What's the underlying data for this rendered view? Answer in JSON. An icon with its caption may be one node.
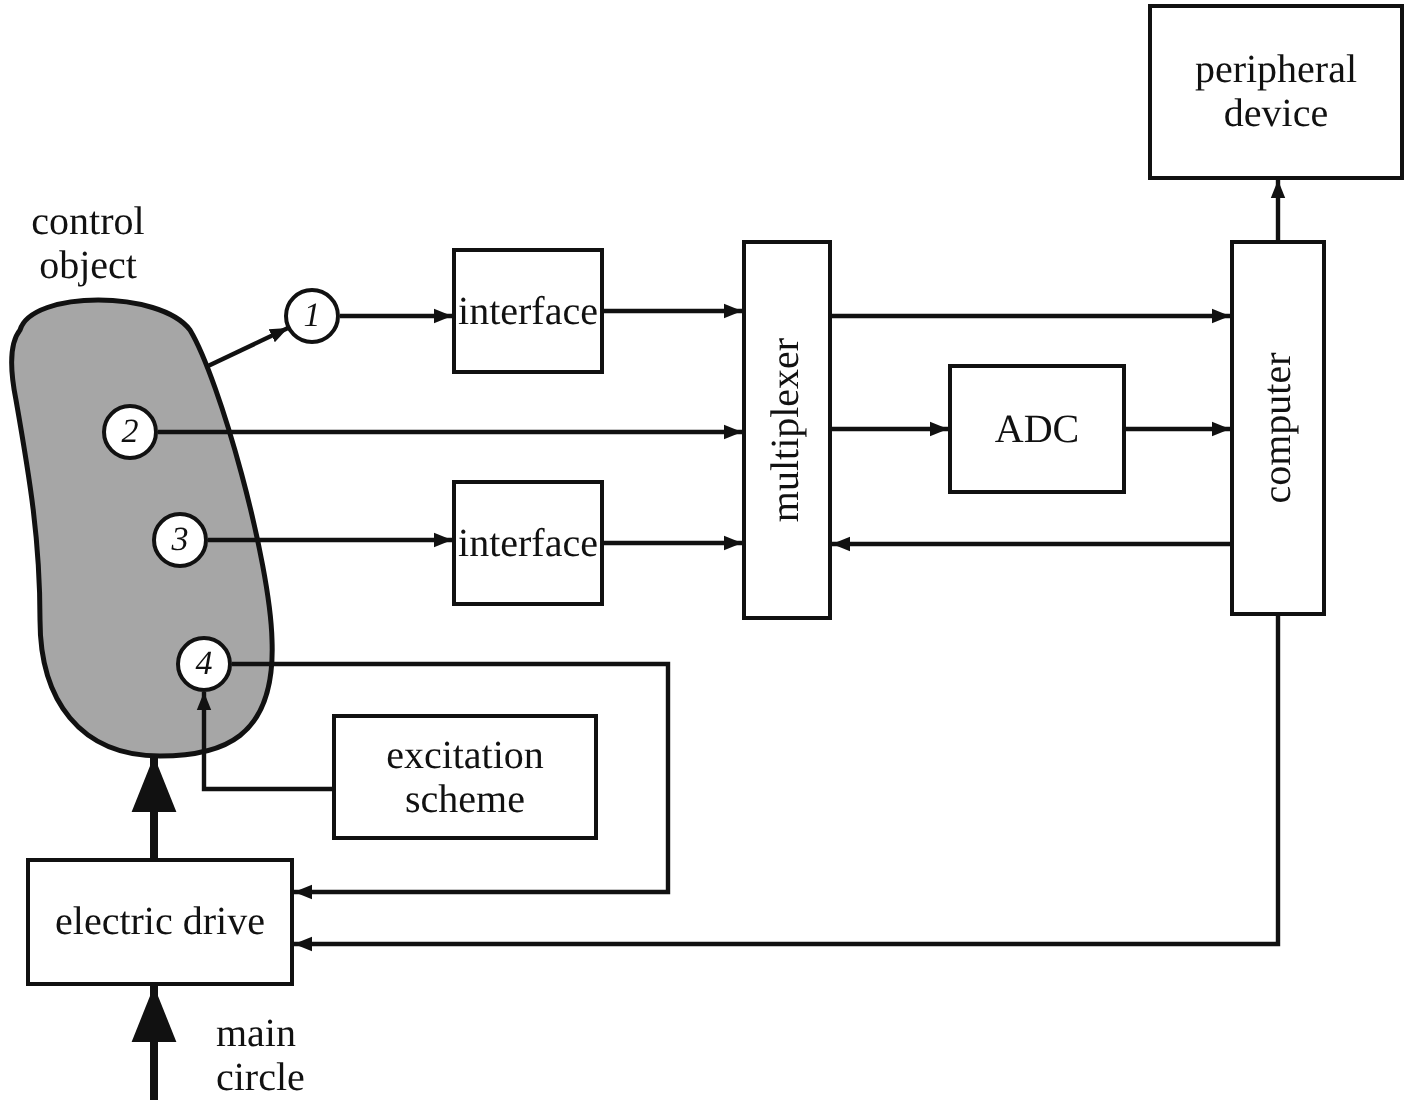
{
  "diagram": {
    "nodes": [
      {
        "text": [
          "control object"
        ]
      },
      {
        "text": [
          "1"
        ]
      },
      {
        "text": [
          "2"
        ],
        "in": 0
      },
      {
        "text": [
          "3"
        ],
        "in": 0
      },
      {
        "text": [
          "4"
        ],
        "in": 0
      },
      {
        "text": [
          "interface"
        ]
      },
      {
        "text": [
          "interface"
        ]
      },
      {
        "text": [
          "multiplexer"
        ]
      },
      {
        "text": [
          "ADC"
        ]
      },
      {
        "text": [
          "computer"
        ]
      },
      {
        "text": [
          "peripheral device"
        ]
      },
      {
        "text": [
          "excitation scheme"
        ]
      },
      {
        "text": [
          "electric drive"
        ]
      }
    ],
    "edges": [
      {
        "from": 0,
        "to": 1,
        "arrow": "to"
      },
      {
        "from": 1,
        "to": 5,
        "arrow": "to"
      },
      {
        "from": 5,
        "to": 7,
        "arrow": "to"
      },
      {
        "from": 2,
        "to": 7,
        "arrow": "to"
      },
      {
        "from": 3,
        "to": 6,
        "arrow": "to"
      },
      {
        "from": 6,
        "to": 7,
        "arrow": "to"
      },
      {
        "from": 7,
        "to": 9,
        "arrow": "to"
      },
      {
        "from": 7,
        "to": 8,
        "arrow": "to"
      },
      {
        "from": 8,
        "to": 9,
        "arrow": "to"
      },
      {
        "from": 9,
        "to": 7,
        "arrow": "to"
      },
      {
        "from": 9,
        "to": 10,
        "arrow": "to"
      },
      {
        "from": 4,
        "to": 12,
        "arrow": "to"
      },
      {
        "from": 11,
        "to": 4,
        "arrow": "to"
      },
      {
        "from": 12,
        "to": 0,
        "arrow": "to",
        "style": "thick"
      },
      {
        "from": 9,
        "to": 12,
        "arrow": "to"
      },
      {
        "from": null,
        "to": 12,
        "arrow": "to",
        "style": "thick"
      }
    ],
    "labels": [
      "main circle"
    ]
  }
}
